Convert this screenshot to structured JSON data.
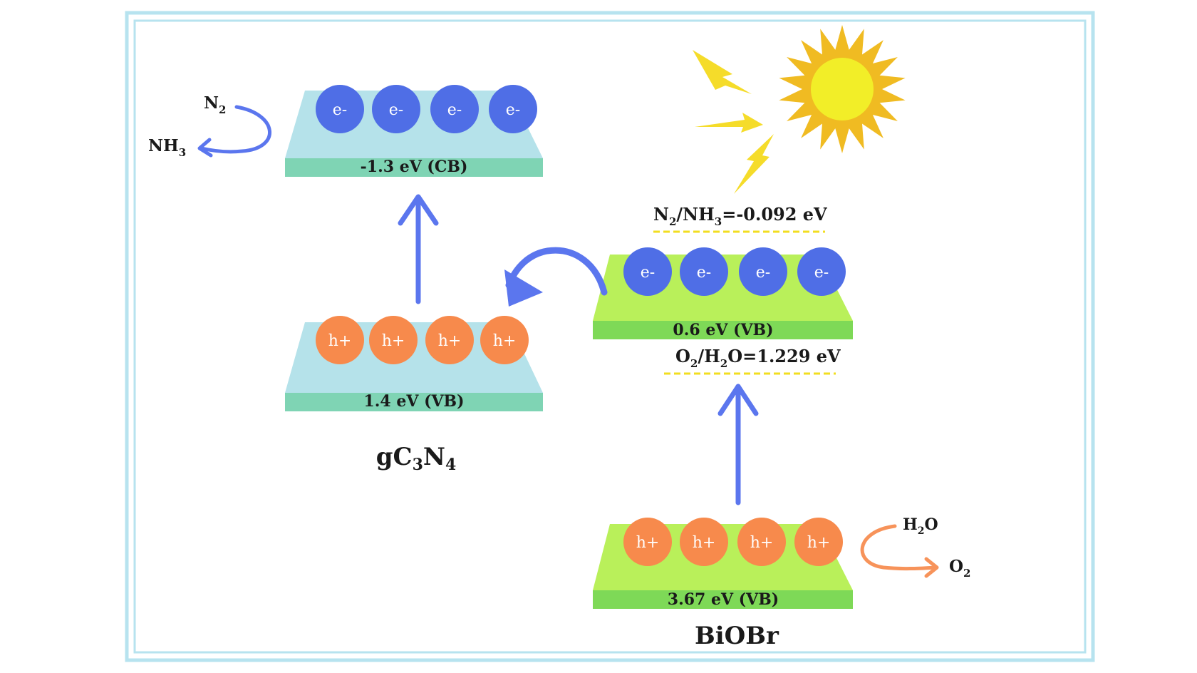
{
  "colors": {
    "frame": "#b7e3ef",
    "electron": "#4f6ee6",
    "hole": "#f78a4c",
    "gcn_top": "#b5e2ea",
    "gcn_band": "#7fd4b4",
    "biobr_top": "#b9f05a",
    "biobr_band": "#7ed957",
    "arrow_blue": "#5b76ee",
    "arrow_orange": "#f7935a",
    "bolt": "#f5dc2a",
    "sun_core": "#f2ee28",
    "sun_rays": "#f0bb22",
    "dashed_line": "#f2de20"
  },
  "icons": {
    "sun": "sun-icon",
    "lightning": "lightning-bolt-icon"
  },
  "particles": {
    "electron_label": "e-",
    "hole_label": "h+"
  },
  "gc3n4": {
    "name_parts": [
      "gC",
      "3",
      "N",
      "4"
    ],
    "cb_label": "-1.3 eV (CB)",
    "vb_label": "1.4 eV (VB)",
    "reaction": {
      "reactant": "N",
      "reactant_sub": "2",
      "product": "NH",
      "product_sub": "3"
    }
  },
  "biobr": {
    "name": "BiOBr",
    "cb_label": "0.6 eV (VB)",
    "vb_label": "3.67 eV (VB)",
    "reaction": {
      "reactant": "H",
      "reactant_sub": "2",
      "reactant_tail": "O",
      "product": "O",
      "product_sub": "2"
    }
  },
  "potentials": {
    "n2_nh3": {
      "p1": "N",
      "s1": "2",
      "p2": "/NH",
      "s2": "3",
      "value": "=-0.092 eV"
    },
    "o2_h2o": {
      "p1": "O",
      "s1": "2",
      "p2": "/H",
      "s2": "2",
      "p3": "O",
      "value": "=1.229 eV"
    }
  }
}
